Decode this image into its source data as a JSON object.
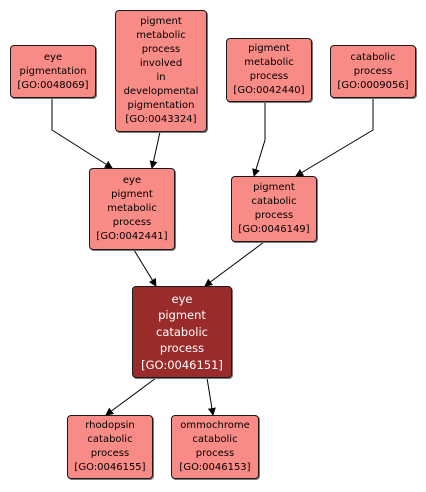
{
  "colors": {
    "node_fill": "#f98b86",
    "focus_fill": "#9b2a2a",
    "border": "#1a1a1a",
    "edge": "#000000"
  },
  "nodes": {
    "eye_pigmentation": {
      "lines": [
        "eye",
        "pigmentation"
      ],
      "id": "[GO:0048069]"
    },
    "pigment_metabolic_dev": {
      "lines": [
        "pigment",
        "metabolic",
        "process",
        "involved",
        "in",
        "developmental",
        "pigmentation"
      ],
      "id": "[GO:0043324]"
    },
    "pigment_metabolic": {
      "lines": [
        "pigment",
        "metabolic",
        "process"
      ],
      "id": "[GO:0042440]"
    },
    "catabolic": {
      "lines": [
        "catabolic",
        "process"
      ],
      "id": "[GO:0009056]"
    },
    "eye_pigment_metabolic": {
      "lines": [
        "eye",
        "pigment",
        "metabolic",
        "process"
      ],
      "id": "[GO:0042441]"
    },
    "pigment_catabolic": {
      "lines": [
        "pigment",
        "catabolic",
        "process"
      ],
      "id": "[GO:0046149]"
    },
    "eye_pigment_catabolic": {
      "lines": [
        "eye",
        "pigment",
        "catabolic",
        "process"
      ],
      "id": "[GO:0046151]"
    },
    "rhodopsin_catabolic": {
      "lines": [
        "rhodopsin",
        "catabolic",
        "process"
      ],
      "id": "[GO:0046155]"
    },
    "ommochrome_catabolic": {
      "lines": [
        "ommochrome",
        "catabolic",
        "process"
      ],
      "id": "[GO:0046153]"
    }
  }
}
